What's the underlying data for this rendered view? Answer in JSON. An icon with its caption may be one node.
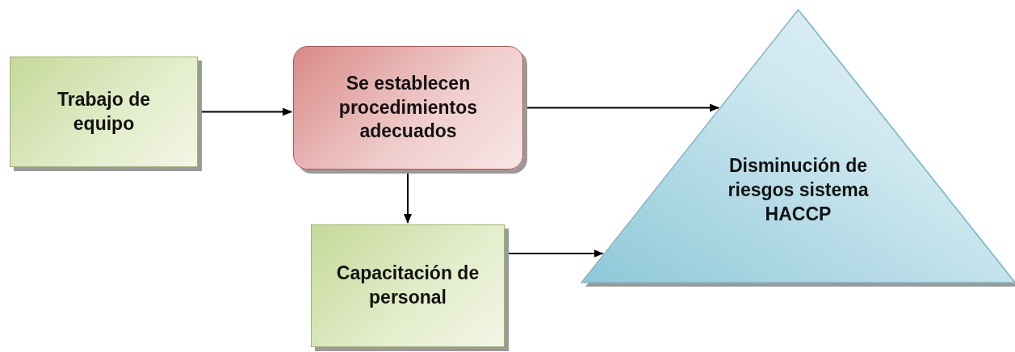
{
  "diagram": {
    "nodes": [
      {
        "text": [
          "Trabajo de equipo"
        ]
      },
      {
        "text": [
          "Se establecen procedimientos adecuados"
        ]
      },
      {
        "text": [
          "Capacitación de personal"
        ]
      },
      {
        "text": [
          "Disminución de riesgos sistema HACCP"
        ]
      }
    ],
    "edges": [
      {
        "from": 0,
        "to": 1,
        "arrow": "to"
      },
      {
        "from": 1,
        "to": 3,
        "arrow": "to"
      },
      {
        "from": 1,
        "to": 2,
        "arrow": "to"
      },
      {
        "from": 2,
        "to": 3,
        "arrow": "to"
      }
    ]
  }
}
